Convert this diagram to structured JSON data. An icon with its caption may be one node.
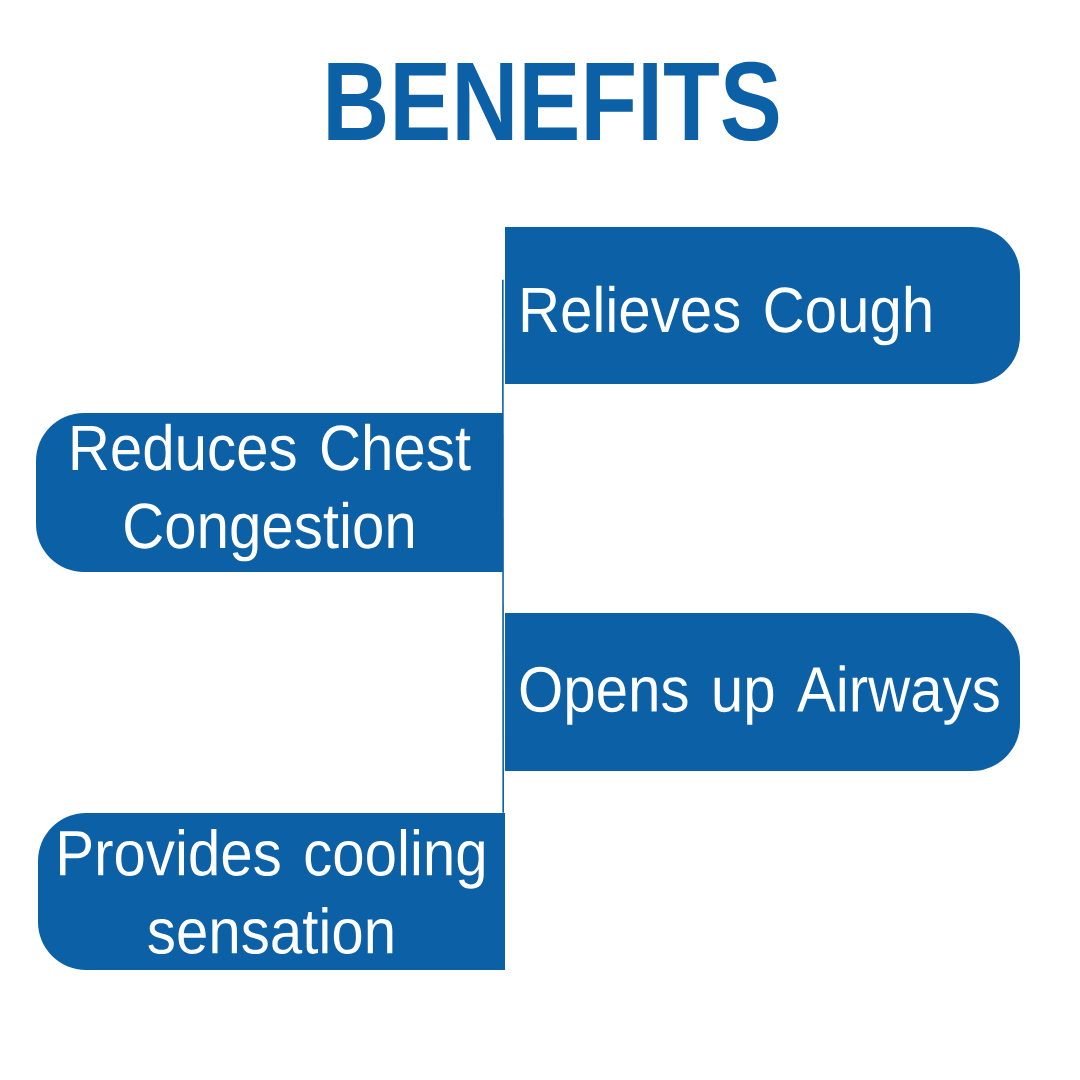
{
  "diagram": {
    "title": "BENEFITS",
    "nodes": [
      {
        "text": [
          "Relieves Cough"
        ]
      },
      {
        "text": [
          "Reduces Chest Congestion"
        ]
      },
      {
        "text": [
          "Opens up Airways"
        ]
      },
      {
        "text": [
          "Provides cooling sensation"
        ]
      }
    ],
    "edges": [
      {
        "from": 0,
        "to": 3,
        "arrow": "none"
      }
    ]
  }
}
